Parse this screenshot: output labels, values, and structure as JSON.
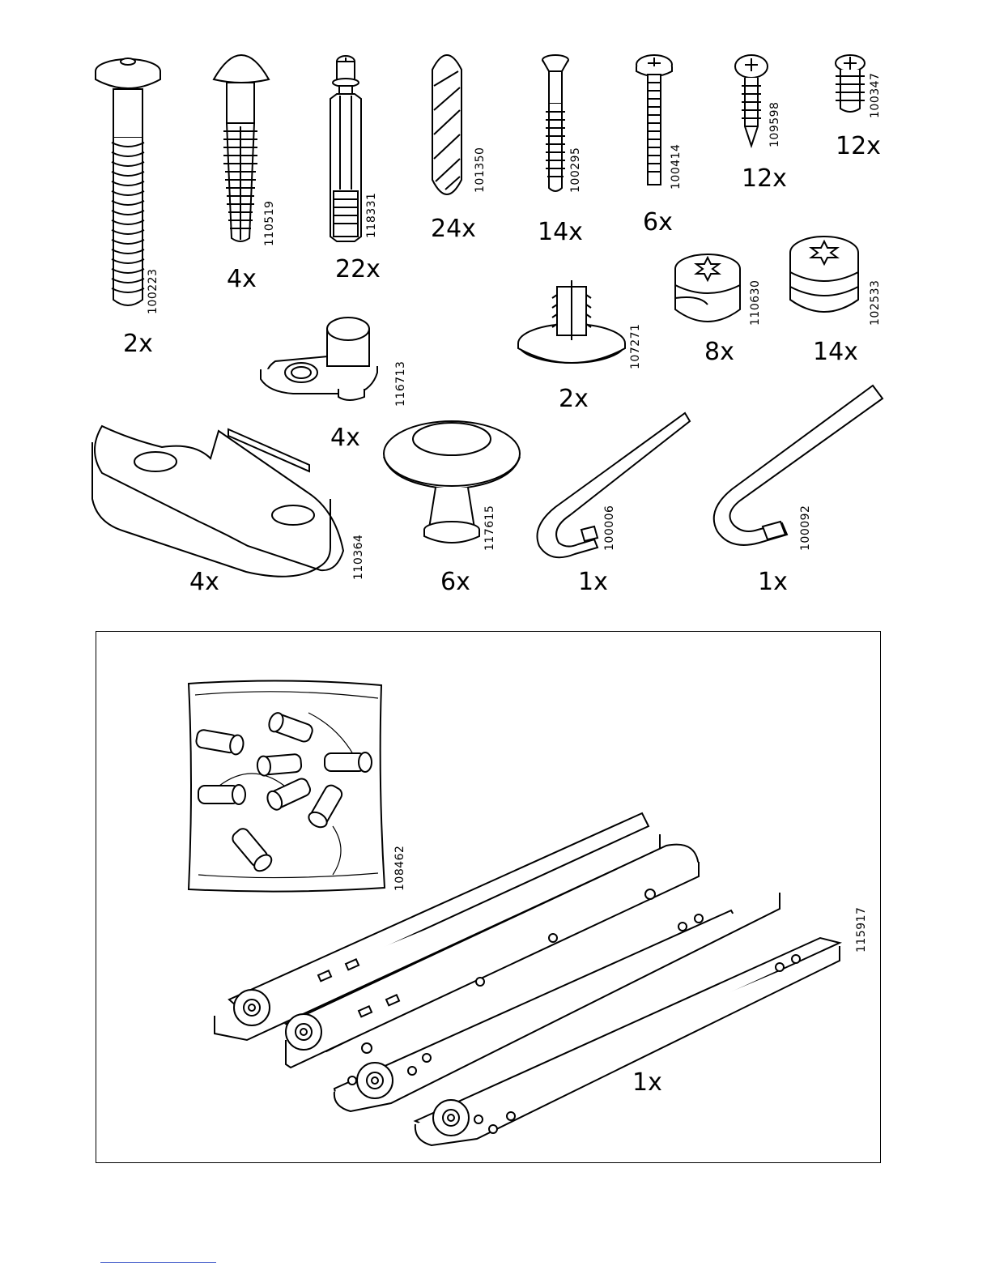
{
  "parts": [
    {
      "id": "p1",
      "code": "100223",
      "qty": "2x"
    },
    {
      "id": "p2",
      "code": "110519",
      "qty": "4x"
    },
    {
      "id": "p3",
      "code": "118331",
      "qty": "22x"
    },
    {
      "id": "p4",
      "code": "101350",
      "qty": "24x"
    },
    {
      "id": "p5",
      "code": "100295",
      "qty": "14x"
    },
    {
      "id": "p6",
      "code": "100414",
      "qty": "6x"
    },
    {
      "id": "p7",
      "code": "109598",
      "qty": "12x"
    },
    {
      "id": "p8",
      "code": "100347",
      "qty": "12x"
    },
    {
      "id": "p9",
      "code": "116713",
      "qty": "4x"
    },
    {
      "id": "p10",
      "code": "107271",
      "qty": "2x"
    },
    {
      "id": "p11",
      "code": "110630",
      "qty": "8x"
    },
    {
      "id": "p12",
      "code": "102533",
      "qty": "14x"
    },
    {
      "id": "p13",
      "code": "110364",
      "qty": "4x"
    },
    {
      "id": "p14",
      "code": "117615",
      "qty": "6x"
    },
    {
      "id": "p15",
      "code": "100006",
      "qty": "1x"
    },
    {
      "id": "p16",
      "code": "100092",
      "qty": "1x"
    }
  ],
  "kit": {
    "bag_code": "108462",
    "slide_code": "115917",
    "qty": "1x"
  }
}
